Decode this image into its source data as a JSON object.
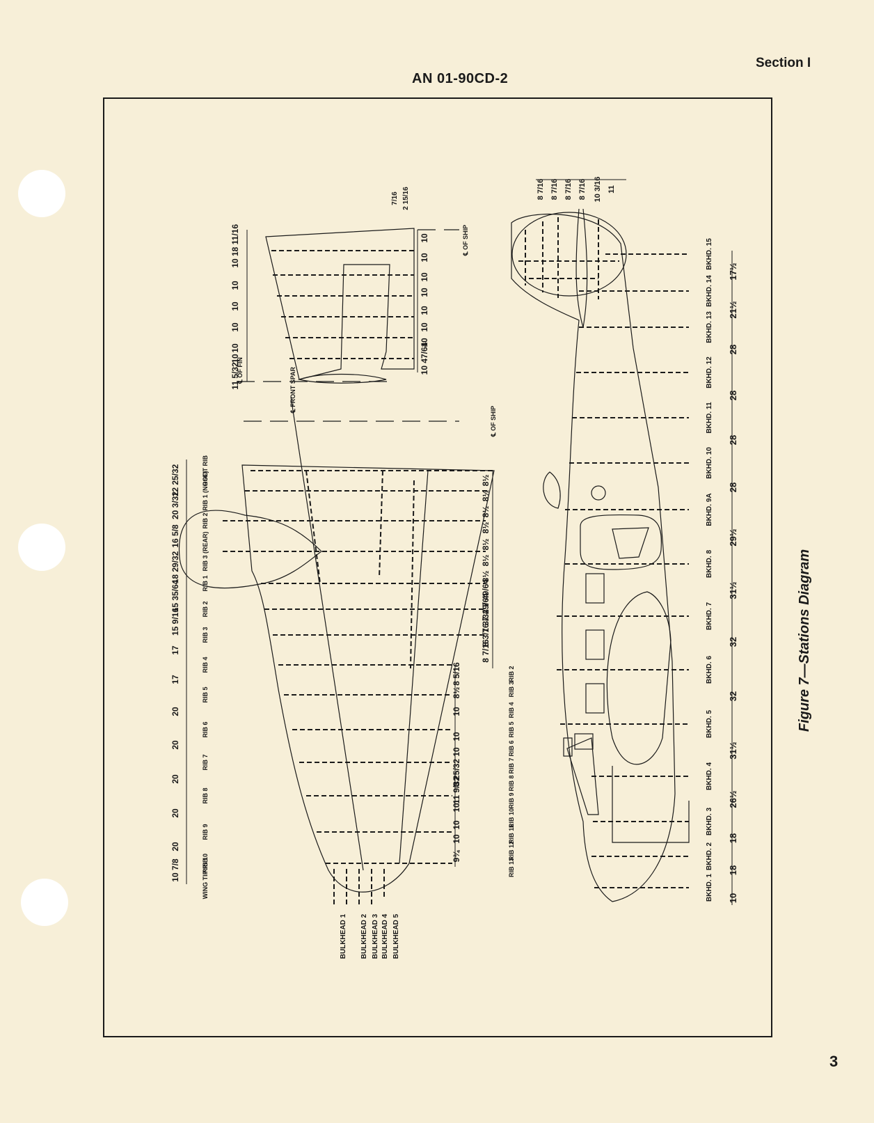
{
  "header": {
    "doc_number": "AN 01-90CD-2",
    "section": "Section I"
  },
  "figure": {
    "caption": "Figure 7—Stations Diagram"
  },
  "page_number": "3",
  "fuselage": {
    "bulkheads": [
      "1",
      "2",
      "3",
      "4",
      "5",
      "6",
      "7",
      "8",
      "9A",
      "10",
      "11",
      "12",
      "13",
      "14",
      "15"
    ],
    "spacings": [
      "10",
      "18",
      "18",
      "26½",
      "31½",
      "32",
      "32",
      "31½",
      "29½",
      "28",
      "28",
      "28",
      "28",
      "21½",
      "17½"
    ],
    "top_spacings": [
      "8 7/16",
      "8 7/16",
      "8 7/16",
      "8 7/16",
      "10 3/16",
      "11"
    ]
  },
  "wing": {
    "ribs": [
      "ROOT RIB",
      "RIB 1 (NOSE)",
      "RIB 2",
      "RIB 3 (REAR)",
      "RIB 1",
      "RIB 2",
      "RIB 3",
      "RIB 4",
      "RIB 5",
      "RIB 6",
      "RIB 7",
      "RIB 8",
      "RIB 9",
      "RIB 10",
      "WING TIP RIB"
    ],
    "spacings": [
      "12 25/32",
      "20 3/32",
      "16 5/8",
      "18 29/32",
      "15 35/64",
      "15 9/16",
      "17",
      "17",
      "20",
      "20",
      "20",
      "20",
      "20",
      "10 7/8"
    ],
    "bulkheads": [
      "BULKHEAD 1",
      "BULKHEAD 2",
      "BULKHEAD 3",
      "BULKHEAD 4",
      "BULKHEAD 5"
    ],
    "front_spar_label": "℄ FRONT SPAR",
    "ship_label": "℄ OF SHIP"
  },
  "aileron": {
    "ribs": [
      "RIB 2",
      "RIB 3",
      "RIB 4",
      "RIB 5",
      "RIB 6",
      "RIB 7",
      "RIB 8",
      "RIB 9",
      "RIB 10",
      "RIB 11",
      "RIB 12",
      "RIB 13"
    ],
    "spacings": [
      "8 5/16",
      "8½",
      "10",
      "10",
      "10",
      "8 25/32",
      "11 9/32",
      "10",
      "10",
      "10",
      "9¾"
    ],
    "flap_spacings": [
      "8½",
      "8½",
      "8½",
      "8½",
      "8½",
      "8½",
      "8½",
      "7 49/64",
      "7 49/64",
      "7 3/32",
      "8 3/16",
      "8 7/16"
    ]
  },
  "tail": {
    "fin_spacings": [
      "18 11/16",
      "10",
      "10",
      "10",
      "10",
      "10",
      "10",
      "11 5/32"
    ],
    "stab_spacings": [
      "10",
      "10",
      "10",
      "10",
      "10",
      "10",
      "10",
      "10 47/64"
    ],
    "top_spacings": [
      "7/16",
      "2 15/16"
    ],
    "fin_label": "℄ OF FIN",
    "ship_label": "℄ OF SHIP"
  }
}
